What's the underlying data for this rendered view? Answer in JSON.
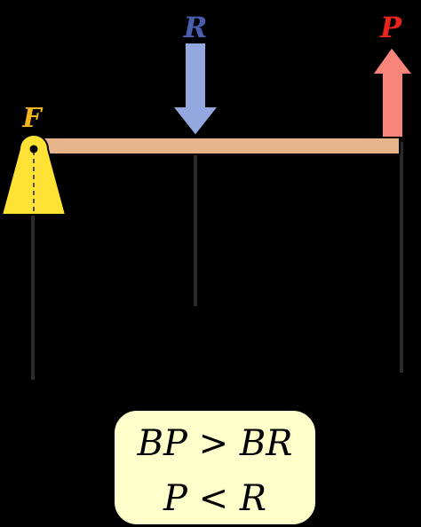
{
  "labels": {
    "fulcrum": "F",
    "resistance": "R",
    "power": "P"
  },
  "formula": {
    "line1": "BP > BR",
    "line2": "P < R"
  },
  "colors": {
    "background": "#000000",
    "beam": "#e8b48c",
    "fulcrum_fill": "#ffe234",
    "fulcrum_label": "#f2b51a",
    "resistance_arrow": "#93a8de",
    "resistance_label": "#4a5eb0",
    "power_arrow": "#f8847a",
    "power_label": "#e8241c",
    "formula_box": "#ffffcc",
    "guide_line": "#2a2a2a"
  },
  "icons": {
    "fulcrum": "triangle-pivot-icon",
    "resistance": "arrow-down-icon",
    "power": "arrow-up-icon"
  }
}
